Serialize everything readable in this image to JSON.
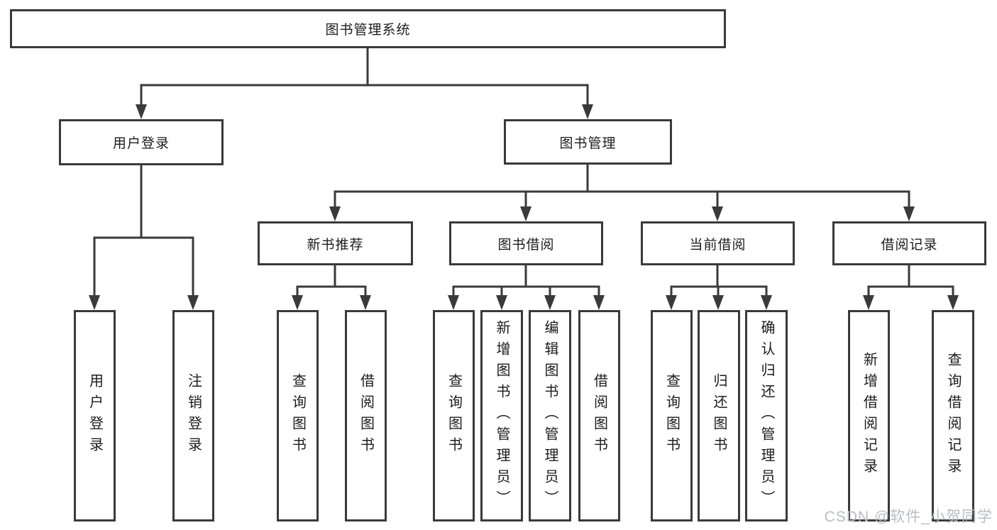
{
  "diagram_title": "图书管理系统",
  "tree": {
    "root": {
      "label": "图书管理系统"
    },
    "branches": [
      {
        "label": "用户登录",
        "children": [
          {
            "label": "用户登录"
          },
          {
            "label": "注销登录"
          }
        ]
      },
      {
        "label": "图书管理",
        "children": [
          {
            "label": "新书推荐",
            "children": [
              {
                "label": "查询图书"
              },
              {
                "label": "借阅图书"
              }
            ]
          },
          {
            "label": "图书借阅",
            "children": [
              {
                "label": "查询图书"
              },
              {
                "label": "新增图书（管理员）"
              },
              {
                "label": "编辑图书（管理员）"
              },
              {
                "label": "借阅图书"
              }
            ]
          },
          {
            "label": "当前借阅",
            "children": [
              {
                "label": "查询图书"
              },
              {
                "label": "归还图书"
              },
              {
                "label": "确认归还（管理员）"
              }
            ]
          },
          {
            "label": "借阅记录",
            "children": [
              {
                "label": "新增借阅记录"
              },
              {
                "label": "查询借阅记录"
              }
            ]
          }
        ]
      }
    ]
  },
  "watermark": {
    "text": "CSDN @软件_小贺同学"
  },
  "colors": {
    "line": "#3a3a3a",
    "box_border": "#3a3a3a",
    "box_background": "#ffffff",
    "text": "#1c1c1c",
    "watermark": "#b9bdc4",
    "background": "#ffffff"
  }
}
